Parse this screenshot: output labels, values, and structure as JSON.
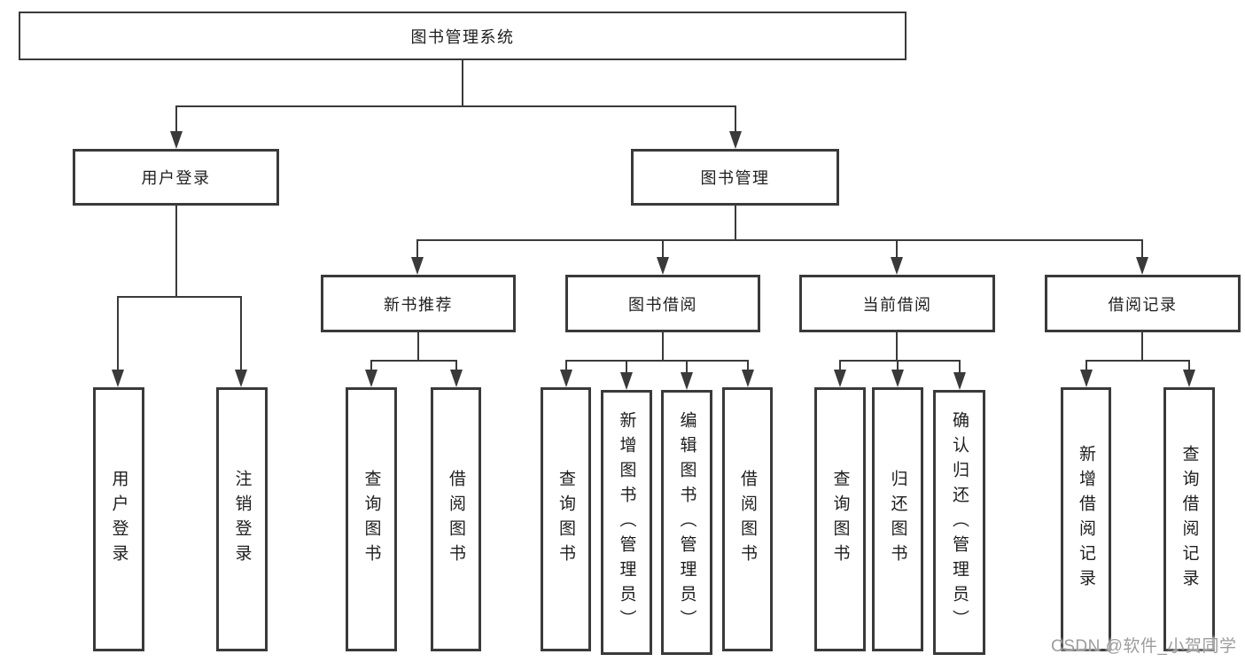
{
  "diagram": {
    "root": {
      "label": "图书管理系统",
      "children": [
        {
          "label": "用户登录",
          "children": [
            {
              "label": "用户登录"
            },
            {
              "label": "注销登录"
            }
          ]
        },
        {
          "label": "图书管理",
          "children": [
            {
              "label": "新书推荐",
              "children": [
                {
                  "label": "查询图书"
                },
                {
                  "label": "借阅图书"
                }
              ]
            },
            {
              "label": "图书借阅",
              "children": [
                {
                  "label": "查询图书"
                },
                {
                  "label": "新增图书（管理员）"
                },
                {
                  "label": "编辑图书（管理员）"
                },
                {
                  "label": "借阅图书"
                }
              ]
            },
            {
              "label": "当前借阅",
              "children": [
                {
                  "label": "查询图书"
                },
                {
                  "label": "归还图书"
                },
                {
                  "label": "确认归还（管理员）"
                }
              ]
            },
            {
              "label": "借阅记录",
              "children": [
                {
                  "label": "新增借阅记录"
                },
                {
                  "label": "查询借阅记录"
                }
              ]
            }
          ]
        }
      ]
    }
  },
  "watermark": {
    "text": "CSDN @软件_小贺同学"
  },
  "colors": {
    "line": "#3a3a3a",
    "border": "#3a3a3a",
    "text": "#1e1e1e",
    "watermark": "#9d9d9d",
    "background": "#ffffff"
  }
}
